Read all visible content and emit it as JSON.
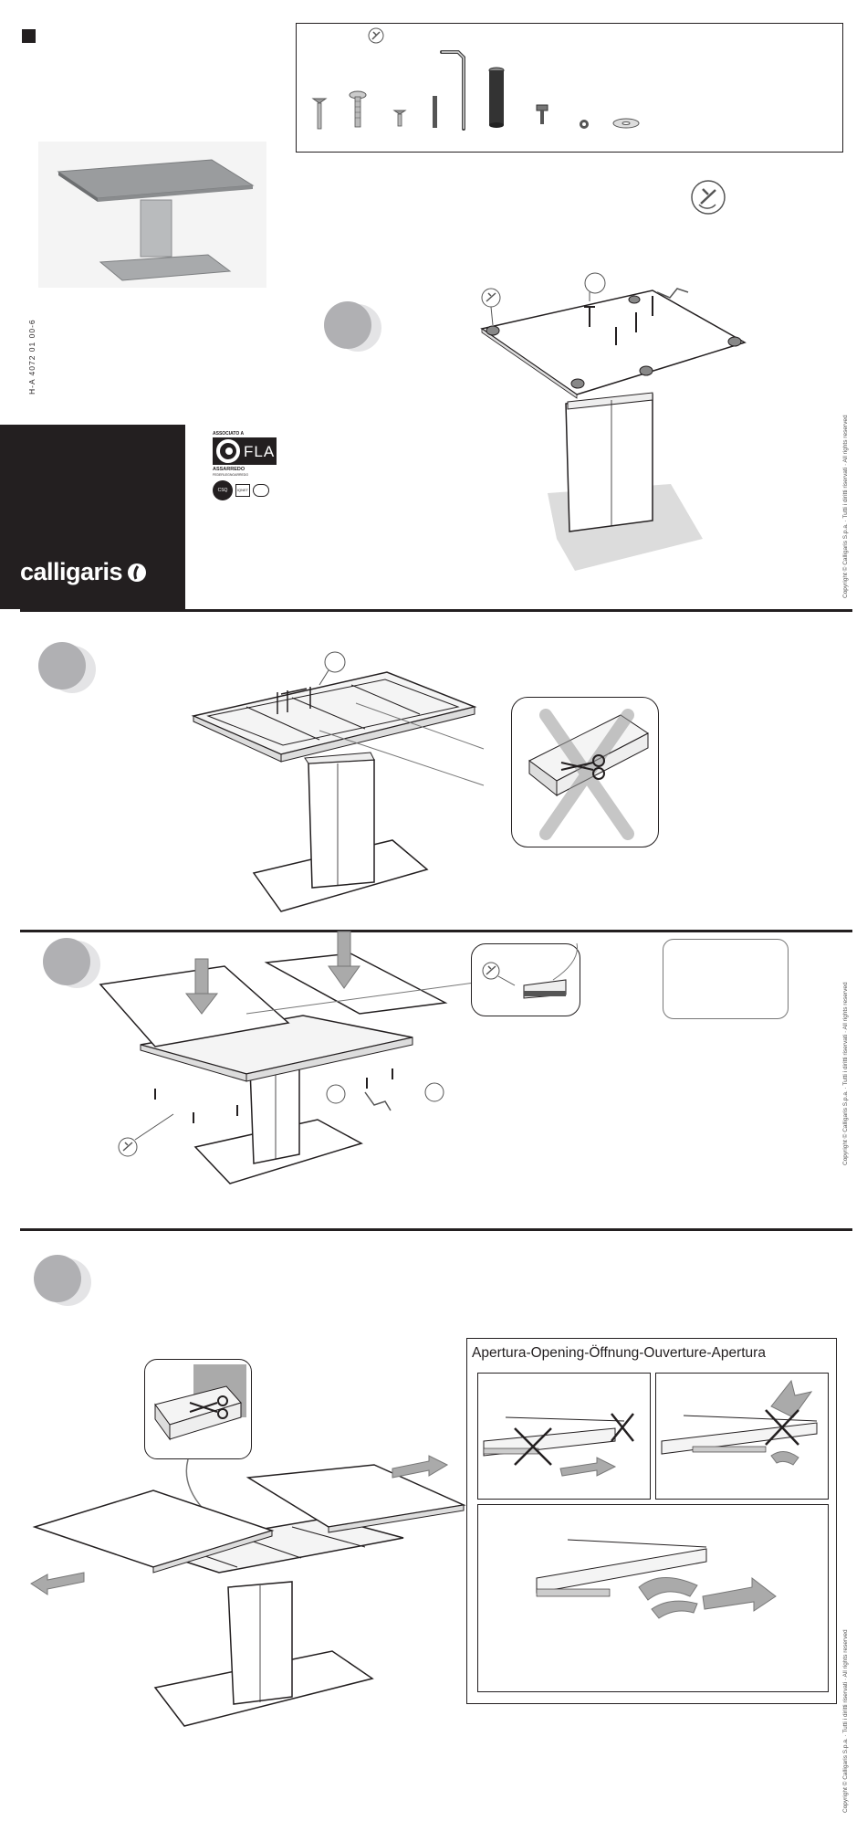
{
  "header": {
    "doc_code": "H-A 4072 01 00-6"
  },
  "brand": {
    "name": "calligaris",
    "colors": {
      "dark_panel": "#231f20",
      "text_light": "#ffffff",
      "step_grey": "#b0b0b3"
    }
  },
  "certification": {
    "fla_top_label": "ASSOCIATO A",
    "fla_name": "FLA",
    "fla_bottom_label": "ASSARREDO",
    "fla_sub": "FEDERLEGNOARREDO",
    "badge_left": "CSQ",
    "badge_right": "IQNET"
  },
  "copyright_text": "Copyright © Calligaris S.p.a. · Tutti i diritti riservati · All rights reserved",
  "panel": {
    "title": "Apertura-Opening-Öffnung-Ouverture-Apertura"
  },
  "icons": {
    "allen_key_symbol": "allen-key-icon",
    "scissors_symbol": "scissors-icon",
    "forbidden_symbol": "cross-icon"
  }
}
